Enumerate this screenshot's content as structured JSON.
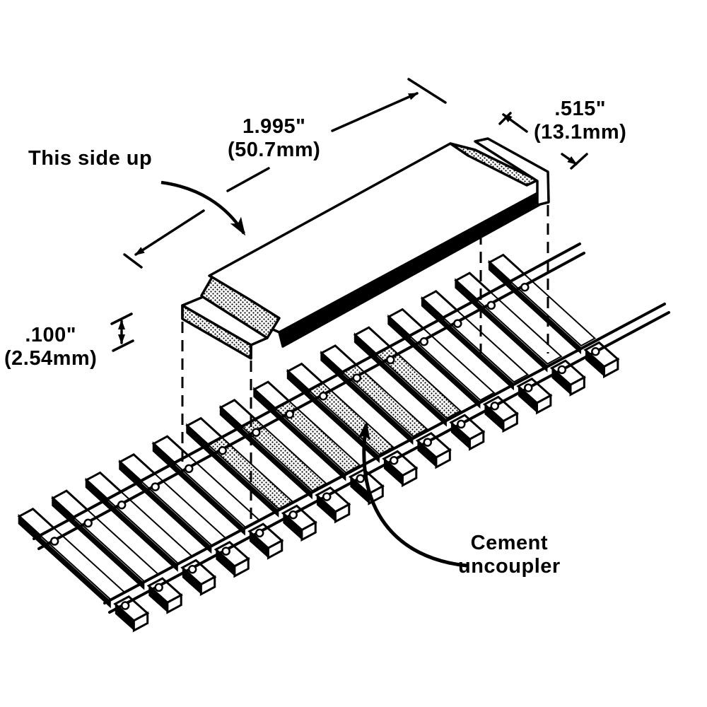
{
  "diagram": {
    "type": "installation-illustration",
    "subject": "Uncoupler cemented between rails of model railroad track",
    "colors": {
      "ink": "#000000",
      "paper": "#ffffff",
      "stipple": "#000000"
    }
  },
  "labels": {
    "orientation": {
      "text": "This side up"
    },
    "length": {
      "imperial": "1.995\"",
      "metric": "(50.7mm)"
    },
    "width": {
      "imperial": ".515\"",
      "metric": "(13.1mm)"
    },
    "height": {
      "imperial": ".100\"",
      "metric": "(2.54mm)"
    },
    "instruction": {
      "line1": "Cement",
      "line2": "uncoupler"
    }
  },
  "icons": {
    "orientation_arrow": "curved-arrow-icon",
    "length_dimension": "dimension-arrow-icon",
    "width_dimension": "dimension-arrow-icon",
    "height_dimension": "dimension-arrow-icon",
    "instruction_arrow": "curved-arrow-icon"
  }
}
